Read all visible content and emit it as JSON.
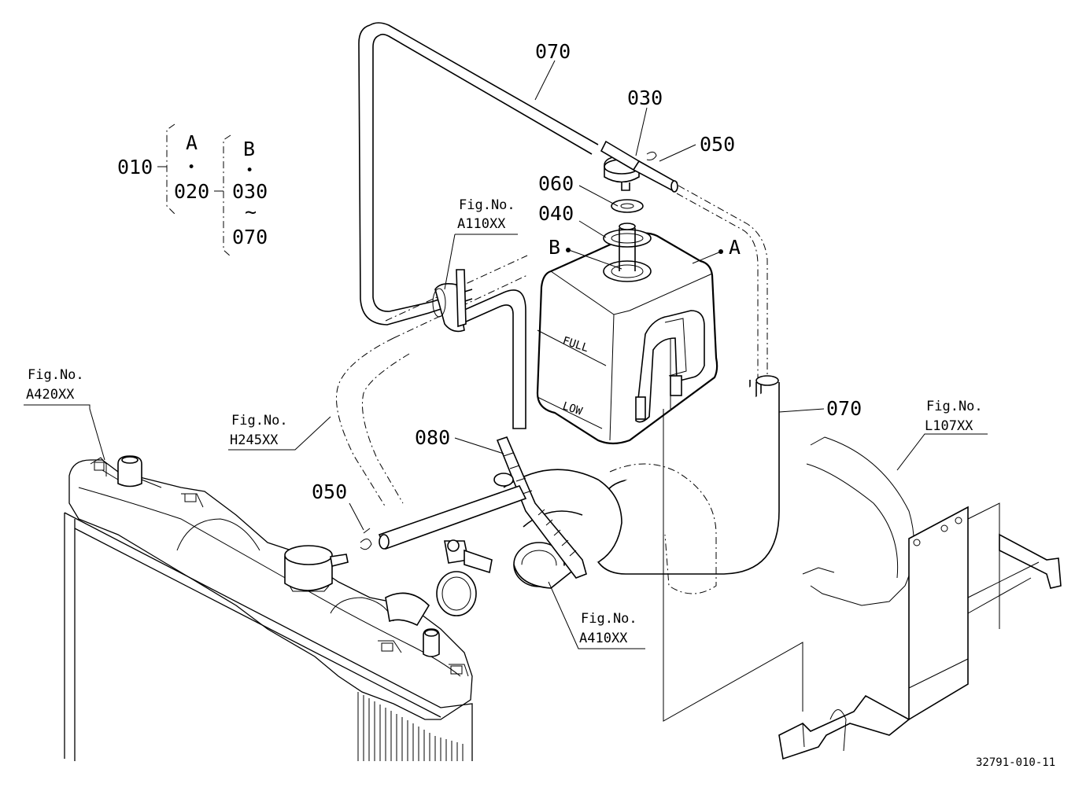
{
  "callouts": {
    "c070_top": "070",
    "c030": "030",
    "c050_top": "050",
    "c060": "060",
    "c040": "040",
    "c080": "080",
    "c050_mid": "050",
    "c070_right": "070",
    "ref_b": "B",
    "ref_a": "A"
  },
  "tank_labels": {
    "full": "FULL",
    "low": "LOW"
  },
  "figure_refs": {
    "a110": {
      "line1": "Fig.No.",
      "line2": "A110XX"
    },
    "a420": {
      "line1": "Fig.No.",
      "line2": "A420XX"
    },
    "h245": {
      "line1": "Fig.No.",
      "line2": "H245XX"
    },
    "a410": {
      "line1": "Fig.No.",
      "line2": "A410XX"
    },
    "l107": {
      "line1": "Fig.No.",
      "line2": "L107XX"
    }
  },
  "assembly_legend": {
    "root": "010",
    "group_a_title": "A",
    "group_a_dot": "•",
    "group_a_item": "020",
    "group_b_title": "B",
    "group_b_dot": "•",
    "group_b_from": "030",
    "group_b_tilde": "~",
    "group_b_to": "070"
  },
  "drawing_id": "32791-010-11"
}
